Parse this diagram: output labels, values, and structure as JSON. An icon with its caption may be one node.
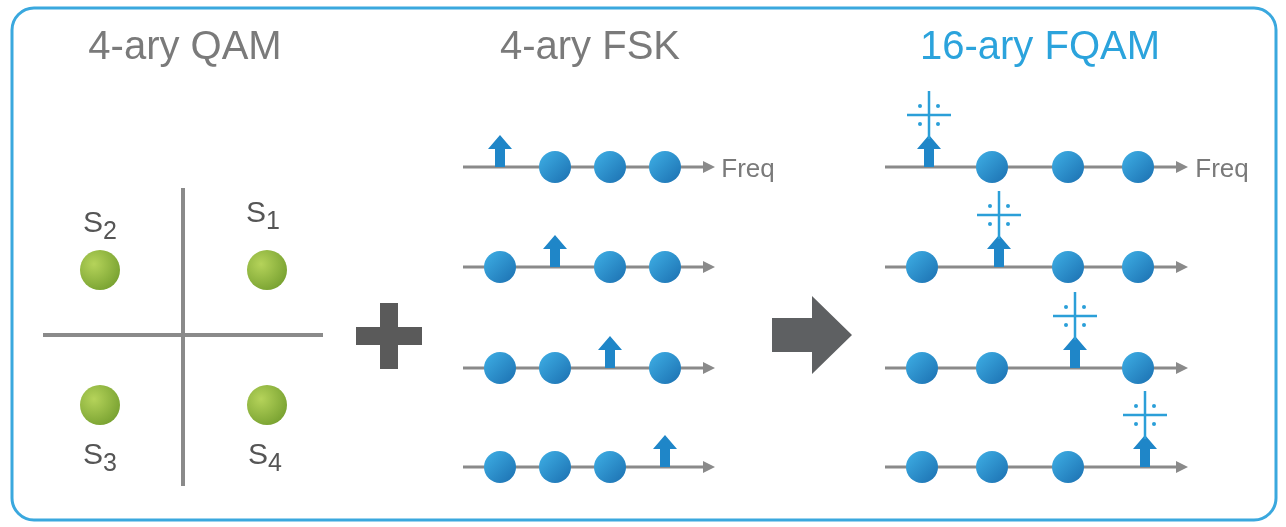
{
  "diagram": {
    "labels": [
      "4-ary QAM",
      "4-ary FSK",
      "16-ary FQAM",
      "S$_{2}$",
      "S$_{1}$",
      "Freq",
      "Freq",
      "S$_{3}$",
      "S$_{4}$"
    ]
  }
}
